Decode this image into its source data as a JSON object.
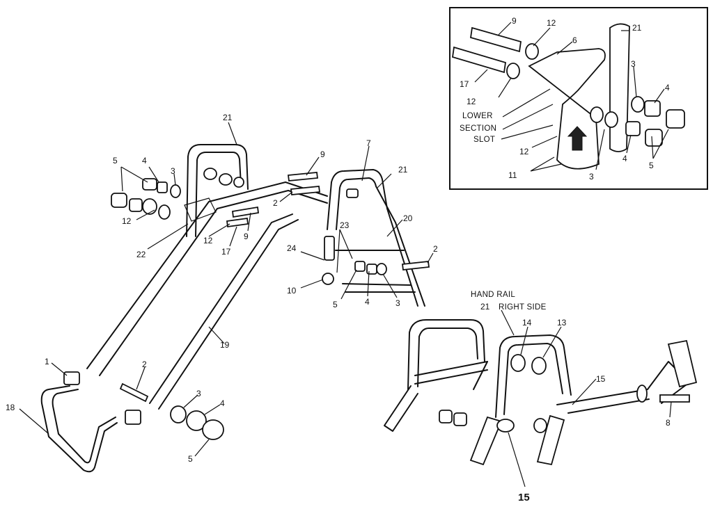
{
  "callouts": {
    "main": [
      "21",
      "5",
      "4",
      "3",
      "12",
      "22",
      "9",
      "2",
      "12",
      "17",
      "9",
      "7",
      "21",
      "20",
      "23",
      "24",
      "10",
      "5",
      "4",
      "3",
      "2",
      "1",
      "2",
      "18",
      "19",
      "3",
      "4",
      "5"
    ],
    "inset": [
      "9",
      "12",
      "6",
      "21",
      "17",
      "12",
      "3",
      "4",
      "12",
      "11",
      "3",
      "4",
      "5"
    ],
    "inset_text": [
      "LOWER",
      "SECTION",
      "SLOT"
    ],
    "right": [
      "21",
      "14",
      "13",
      "15",
      "8",
      "15"
    ],
    "right_text": [
      "HAND RAIL",
      "RIGHT SIDE"
    ]
  }
}
